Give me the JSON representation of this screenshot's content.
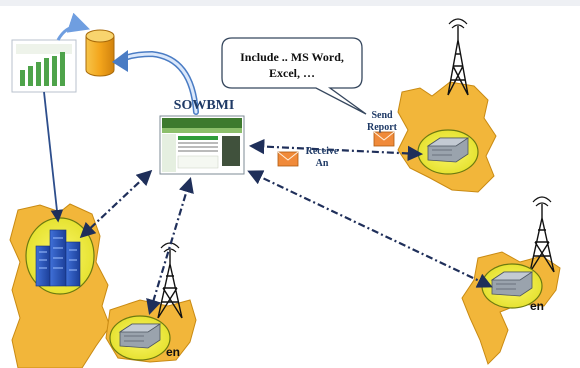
{
  "diagram": {
    "server_title": "SOWBMI",
    "speech_bubble_line1": "Include .. MS Word,",
    "speech_bubble_line2": "Excel, …",
    "send_label_line1": "Send",
    "send_label_line2": "Report",
    "receive_label_line1": "Receive",
    "receive_label_line2": "An",
    "partial_label_right": "en",
    "partial_label_bottom": "en"
  },
  "colors": {
    "map_fill": "#f2b63a",
    "map_stroke": "#c98a12",
    "ellipse_fill": "#f2ee45",
    "ellipse_stroke": "#6c7a10",
    "arrow": "#1f2f5a",
    "curve_arrow": "#4a7cc4",
    "title": "#1f3a66"
  },
  "icons": [
    "document-chart-icon",
    "database-cylinder-icon",
    "server-webpage-icon",
    "radio-tower-icon",
    "warehouse-icon",
    "city-building-icon",
    "envelope-icon",
    "speech-bubble-icon"
  ]
}
